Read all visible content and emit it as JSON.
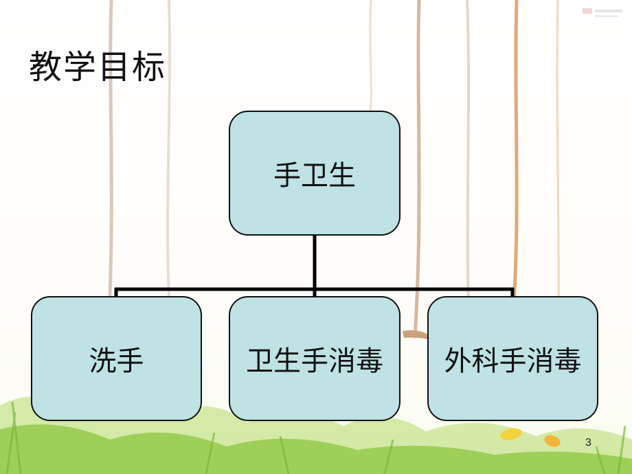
{
  "slide": {
    "title": "教学目标",
    "page_number": "3"
  },
  "diagram": {
    "root": "手卫生",
    "children": [
      "洗手",
      "卫生手消毒",
      "外科手消毒"
    ]
  },
  "colors": {
    "node_fill": "#bfe2e4",
    "node_border": "#111111",
    "connector": "#000000",
    "grass": "#8cc63f"
  }
}
